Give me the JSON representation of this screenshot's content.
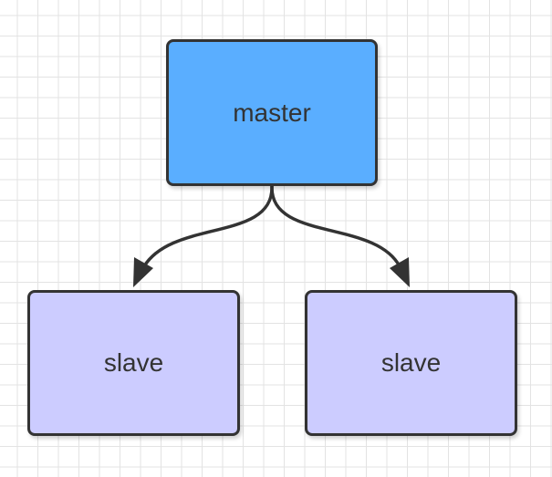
{
  "colors": {
    "master_fill": "#5aaeff",
    "slave_fill": "#ccccff",
    "border": "#333333",
    "connector": "#333333",
    "grid_line": "#e3e3e3"
  },
  "nodes": {
    "master": {
      "label": "master"
    },
    "slave_left": {
      "label": "slave"
    },
    "slave_right": {
      "label": "slave"
    }
  },
  "edges": [
    {
      "from": "master",
      "to": "slave_left"
    },
    {
      "from": "master",
      "to": "slave_right"
    }
  ]
}
